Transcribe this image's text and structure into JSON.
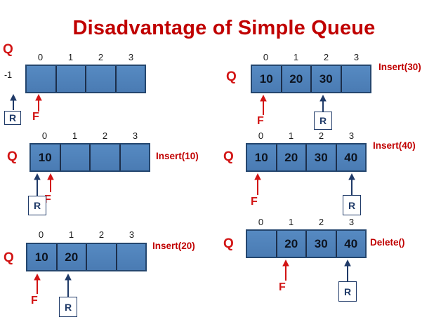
{
  "title": "Disadvantage of Simple Queue",
  "colors": {
    "title_red": "#C00000",
    "label_red": "#D21414",
    "pointer_navy": "#1F3A68",
    "cell_fill": "#4F81BD",
    "cell_border": "#24466E"
  },
  "diagrams": [
    {
      "name": "initial-empty-queue",
      "q_label": "Q",
      "init_rear_label": "-1",
      "indices": [
        "0",
        "1",
        "2",
        "3"
      ],
      "cells": [
        "",
        "",
        "",
        ""
      ],
      "op_label": "",
      "front": {
        "label": "F",
        "index": 0
      },
      "rear": {
        "label": "R",
        "index": -1
      }
    },
    {
      "name": "insert-10",
      "q_label": "Q",
      "indices": [
        "0",
        "1",
        "2",
        "3"
      ],
      "cells": [
        "10",
        "",
        "",
        ""
      ],
      "op_label": "Insert(10)",
      "front": {
        "label": "F",
        "index": 0
      },
      "rear": {
        "label": "R",
        "index": 0
      }
    },
    {
      "name": "insert-20",
      "q_label": "Q",
      "indices": [
        "0",
        "1",
        "2",
        "3"
      ],
      "cells": [
        "10",
        "20",
        "",
        ""
      ],
      "op_label": "Insert(20)",
      "front": {
        "label": "F",
        "index": 0
      },
      "rear": {
        "label": "R",
        "index": 1
      }
    },
    {
      "name": "insert-30",
      "q_label": "Q",
      "indices": [
        "0",
        "1",
        "2",
        "3"
      ],
      "cells": [
        "10",
        "20",
        "30",
        ""
      ],
      "op_label": "Insert(30)",
      "front": {
        "label": "F",
        "index": 0
      },
      "rear": {
        "label": "R",
        "index": 2
      }
    },
    {
      "name": "insert-40",
      "q_label": "Q",
      "indices": [
        "0",
        "1",
        "2",
        "3"
      ],
      "cells": [
        "10",
        "20",
        "30",
        "40"
      ],
      "op_label": "Insert(40)",
      "front": {
        "label": "F",
        "index": 0
      },
      "rear": {
        "label": "R",
        "index": 3
      }
    },
    {
      "name": "delete",
      "q_label": "Q",
      "indices": [
        "0",
        "1",
        "2",
        "3"
      ],
      "cells": [
        "",
        "20",
        "30",
        "40"
      ],
      "op_label": "Delete()",
      "front": {
        "label": "F",
        "index": 1
      },
      "rear": {
        "label": "R",
        "index": 3
      }
    }
  ]
}
